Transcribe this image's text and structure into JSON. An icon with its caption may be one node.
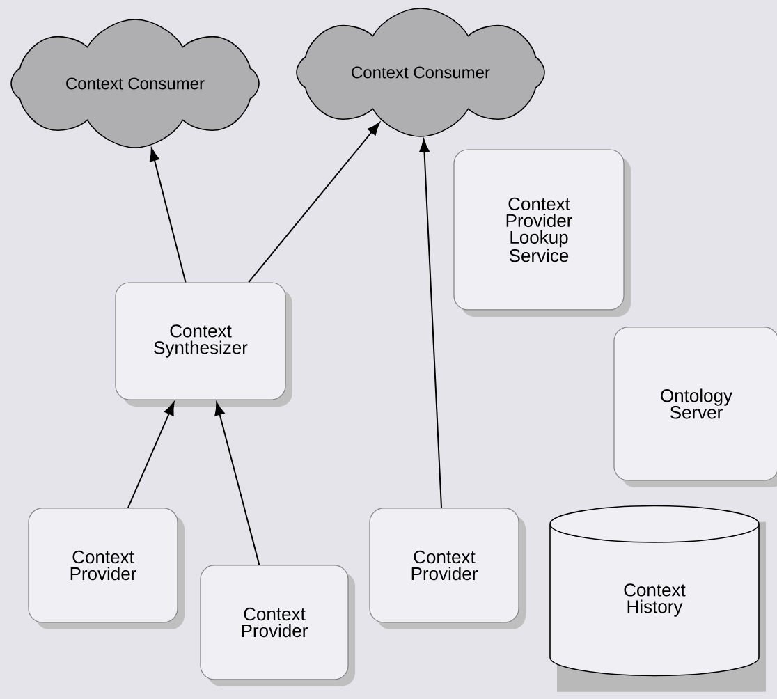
{
  "diagram": {
    "nodes": [
      {
        "text": [
          "Context Consumer"
        ]
      },
      {
        "text": [
          "Context Consumer"
        ]
      },
      {
        "text": [
          "Context Provider Lookup Service"
        ]
      },
      {
        "text": [
          "Context Synthesizer"
        ]
      },
      {
        "text": [
          "Ontology Server"
        ]
      },
      {
        "text": [
          "Context Provider"
        ]
      },
      {
        "text": [
          "Context Provider"
        ]
      },
      {
        "text": [
          "Context Provider"
        ]
      },
      {
        "text": [
          "Context History"
        ]
      }
    ],
    "edges": [
      {
        "from": 3,
        "to": 0,
        "arrow": "to"
      },
      {
        "from": 3,
        "to": 1,
        "arrow": "to"
      },
      {
        "from": 7,
        "to": 1,
        "arrow": "to"
      },
      {
        "from": 5,
        "to": 3,
        "arrow": "to"
      },
      {
        "from": 6,
        "to": 3,
        "arrow": "to"
      }
    ]
  }
}
